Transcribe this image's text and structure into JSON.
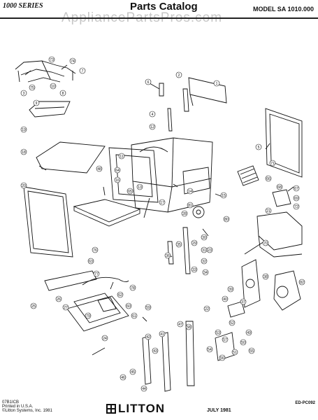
{
  "header": {
    "series": "1000 SERIES",
    "title": "Parts Catalog",
    "model": "MODEL SA 1010.000",
    "watermark": "AppliancePartsPros.com"
  },
  "footer": {
    "code_lines": [
      "07B1ICB",
      "Printed in U.S.A.",
      "©Litton Systems, Inc. 1981"
    ],
    "brand": "LITTON",
    "date": "JULY 1981",
    "ed_code": "ED-PC092"
  },
  "diagram": {
    "callouts": [
      "1",
      "2",
      "3",
      "4",
      "5",
      "6",
      "7",
      "8",
      "9",
      "10",
      "11",
      "12",
      "13",
      "14",
      "15",
      "16",
      "17",
      "18",
      "19",
      "20",
      "21",
      "22",
      "23",
      "24",
      "25",
      "26",
      "27",
      "28",
      "29",
      "30",
      "31",
      "32",
      "33",
      "34",
      "35",
      "36",
      "37",
      "38",
      "39",
      "40",
      "41",
      "42",
      "43",
      "44",
      "45",
      "46",
      "47",
      "48",
      "49",
      "50",
      "51",
      "52",
      "53",
      "54",
      "55",
      "56",
      "57",
      "58",
      "59",
      "60",
      "61",
      "62",
      "63",
      "64",
      "65",
      "66",
      "67",
      "68",
      "69",
      "70",
      "71",
      "72",
      "73",
      "74",
      "75",
      "76",
      "77",
      "78",
      "79",
      "80",
      "81",
      "82"
    ]
  }
}
